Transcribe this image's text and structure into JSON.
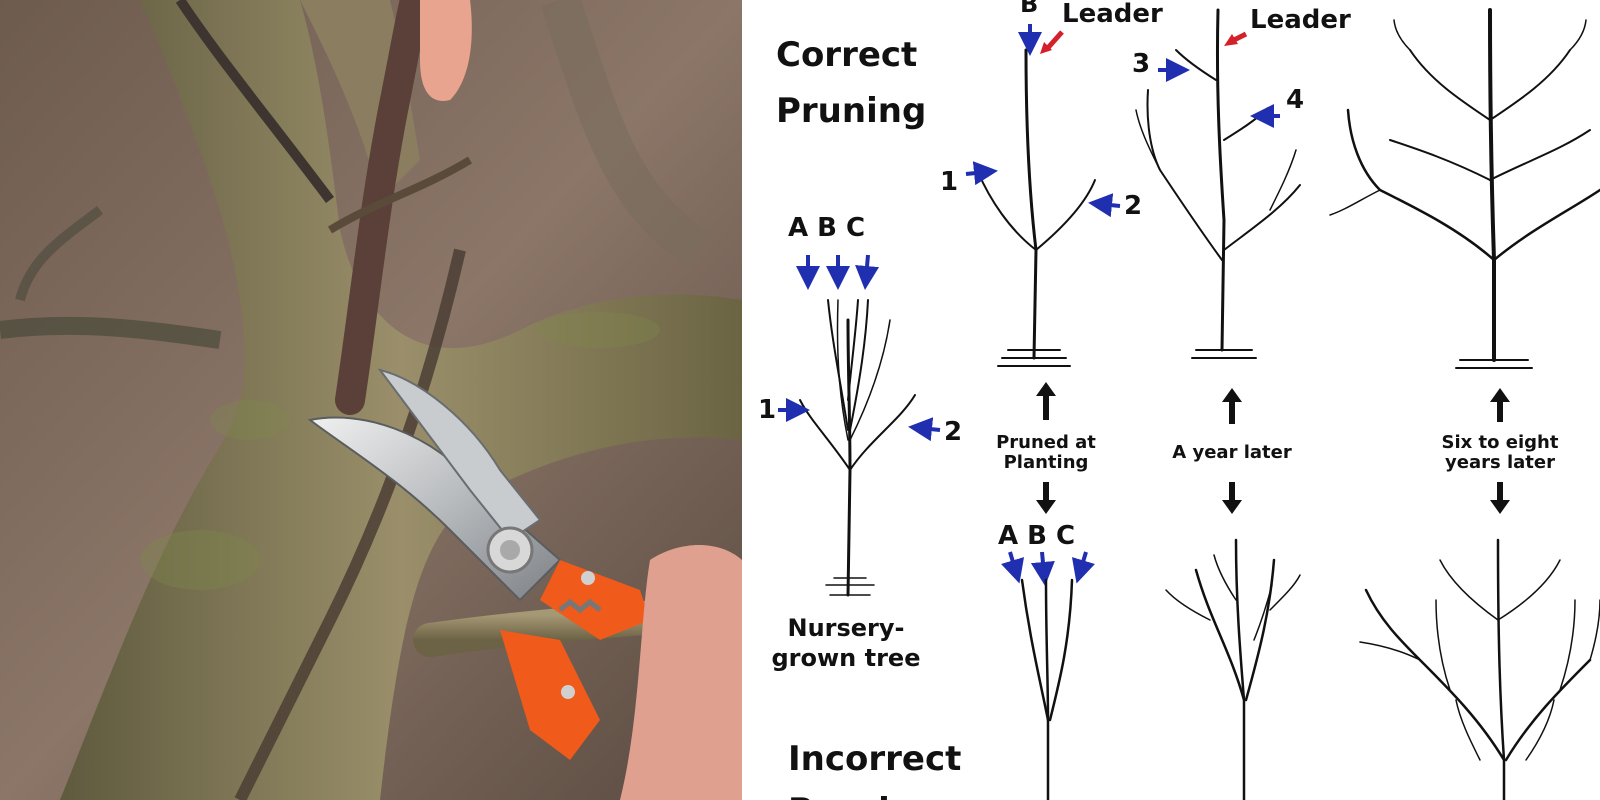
{
  "photo": {
    "subject": "pruning-shears-cutting-branch"
  },
  "diagram": {
    "heading_correct_line1": "Correct",
    "heading_correct_line2": "Pruning",
    "heading_incorrect_line1": "Incorrect",
    "heading_incorrect_line2": "Pruning",
    "nursery": {
      "abc_label": "A B C",
      "branch_1": "1",
      "branch_2": "2",
      "caption_line1": "Nursery-",
      "caption_line2": "grown tree"
    },
    "pruned_at_planting": {
      "top_label": "B",
      "leader_label": "Leader",
      "branch_1": "1",
      "branch_2": "2",
      "caption_line1": "Pruned at",
      "caption_line2": "Planting"
    },
    "year_later": {
      "leader_label": "Leader",
      "branch_3": "3",
      "branch_4": "4",
      "caption": "A year later"
    },
    "six_eight": {
      "caption_line1": "Six to eight",
      "caption_line2": "years later"
    },
    "incorrect_abc_label": "A B C",
    "colors": {
      "blue_arrow": "#1f2fb0",
      "red_arrow": "#d4202a",
      "ink": "#111111"
    }
  }
}
